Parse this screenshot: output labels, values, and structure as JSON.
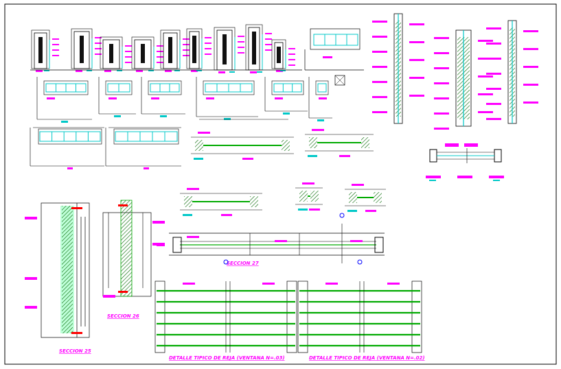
{
  "drawing": {
    "title": "Window and door details CAD sheet",
    "colors": {
      "background": "#ffffff",
      "line": "#000000",
      "dimension": "#ff00ff",
      "accent": "#00c8c8",
      "glass": "#00ff66",
      "wood": "#008800",
      "marker": "#ff0000",
      "node": "#0000ff"
    },
    "labels": {
      "seccion27": "SECCION 27",
      "seccion25": "SECCION 25",
      "seccion26": "SECCION 26",
      "detalle1": "DETALLE TIPICO DE REJA  (VENTANA N=.03)",
      "detalle2": "DETALLE TIPICO DE REJA  (VENTANA N=.02)"
    }
  }
}
